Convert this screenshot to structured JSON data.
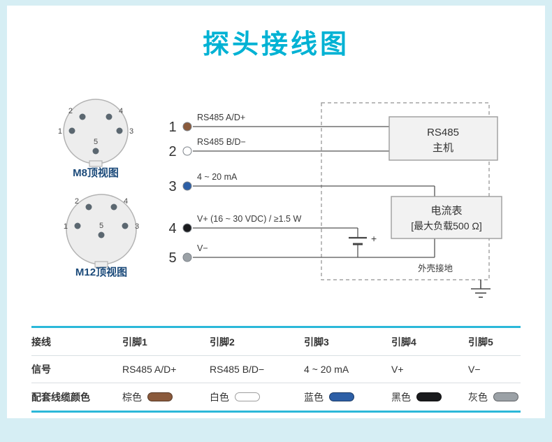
{
  "title": "探头接线图",
  "colors": {
    "accent_cyan": "#00b2d4",
    "table_line_cyan": "#2bb8d9",
    "caption_navy": "#1b4a7a"
  },
  "connectors": {
    "m8": {
      "label": "M8顶视图",
      "pins": {
        "p1": "1",
        "p2": "2",
        "p3": "3",
        "p4": "4",
        "p5": "5"
      }
    },
    "m12": {
      "label": "M12顶视图",
      "pins": {
        "p1": "1",
        "p2": "2",
        "p3": "3",
        "p4": "4",
        "p5": "5"
      }
    }
  },
  "wiring": {
    "rows": [
      {
        "num": "1",
        "label": "RS485 A/D+",
        "wire_color": "#8a5a3c"
      },
      {
        "num": "2",
        "label": "RS485 B/D−",
        "wire_color": "#ffffff"
      },
      {
        "num": "3",
        "label": "4 ~ 20 mA",
        "wire_color": "#2d5fa6"
      },
      {
        "num": "4",
        "label": "V+ (16 ~ 30 VDC) / ≥1.5 W",
        "wire_color": "#1a1b1d"
      },
      {
        "num": "5",
        "label": "V−",
        "wire_color": "#9ba1a6"
      }
    ],
    "rs485_box": {
      "line1": "RS485",
      "line2": "主机"
    },
    "ammeter_box": {
      "line1": "电流表",
      "line2": "[最大负载500 Ω]"
    },
    "battery_plus": "+",
    "ground_label": "外壳接地"
  },
  "table": {
    "headers": [
      "接线",
      "引脚1",
      "引脚2",
      "引脚3",
      "引脚4",
      "引脚5"
    ],
    "signal_row": {
      "label": "信号",
      "values": [
        "RS485 A/D+",
        "RS485 B/D−",
        "4 ~ 20 mA",
        "V+",
        "V−"
      ]
    },
    "color_row": {
      "label": "配套线缆颜色",
      "values": [
        {
          "name": "棕色",
          "hex": "#8a5a3c"
        },
        {
          "name": "白色",
          "hex": "#ffffff"
        },
        {
          "name": "蓝色",
          "hex": "#2d5fa6"
        },
        {
          "name": "黑色",
          "hex": "#1a1b1d"
        },
        {
          "name": "灰色",
          "hex": "#9ba1a6"
        }
      ]
    }
  }
}
